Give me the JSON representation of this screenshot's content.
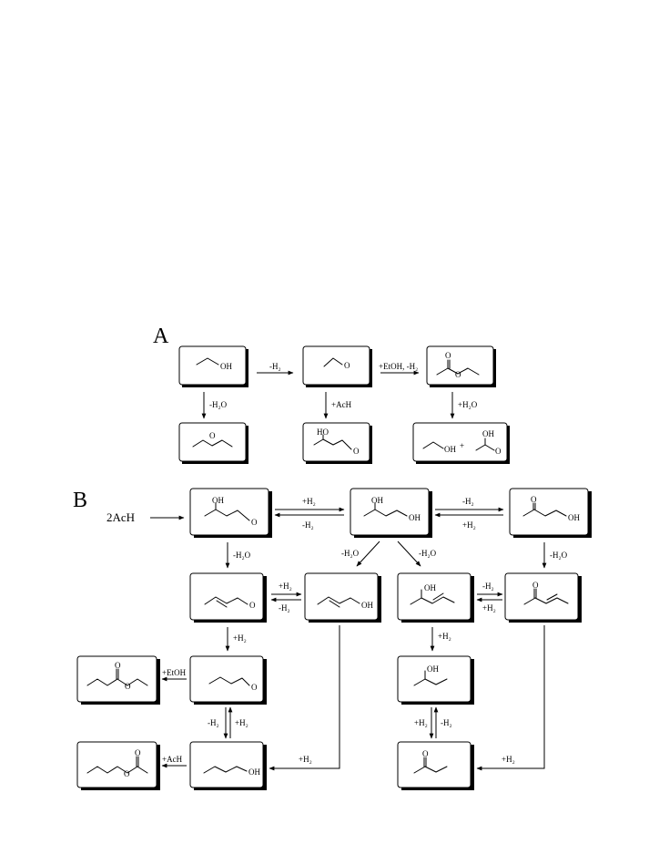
{
  "panels": {
    "a": {
      "label": "A"
    },
    "b": {
      "label": "B",
      "start": "2AcH"
    }
  },
  "atoms": {
    "OH": "OH",
    "O": "O",
    "HO": "HO"
  },
  "a_labels": {
    "dehydrogenation": "-H₂",
    "esterification": "+EtOH, -H₂",
    "dehydration": "-H₂O",
    "aldol": "+AcH",
    "hydrolysis": "+H₂O",
    "plus": "+"
  },
  "b_labels": {
    "h2_plus": "+H₂",
    "h2_minus": "-H₂",
    "h2o_minus": "-H₂O",
    "etoh_plus": "+EtOH",
    "ach_plus": "+AcH"
  }
}
